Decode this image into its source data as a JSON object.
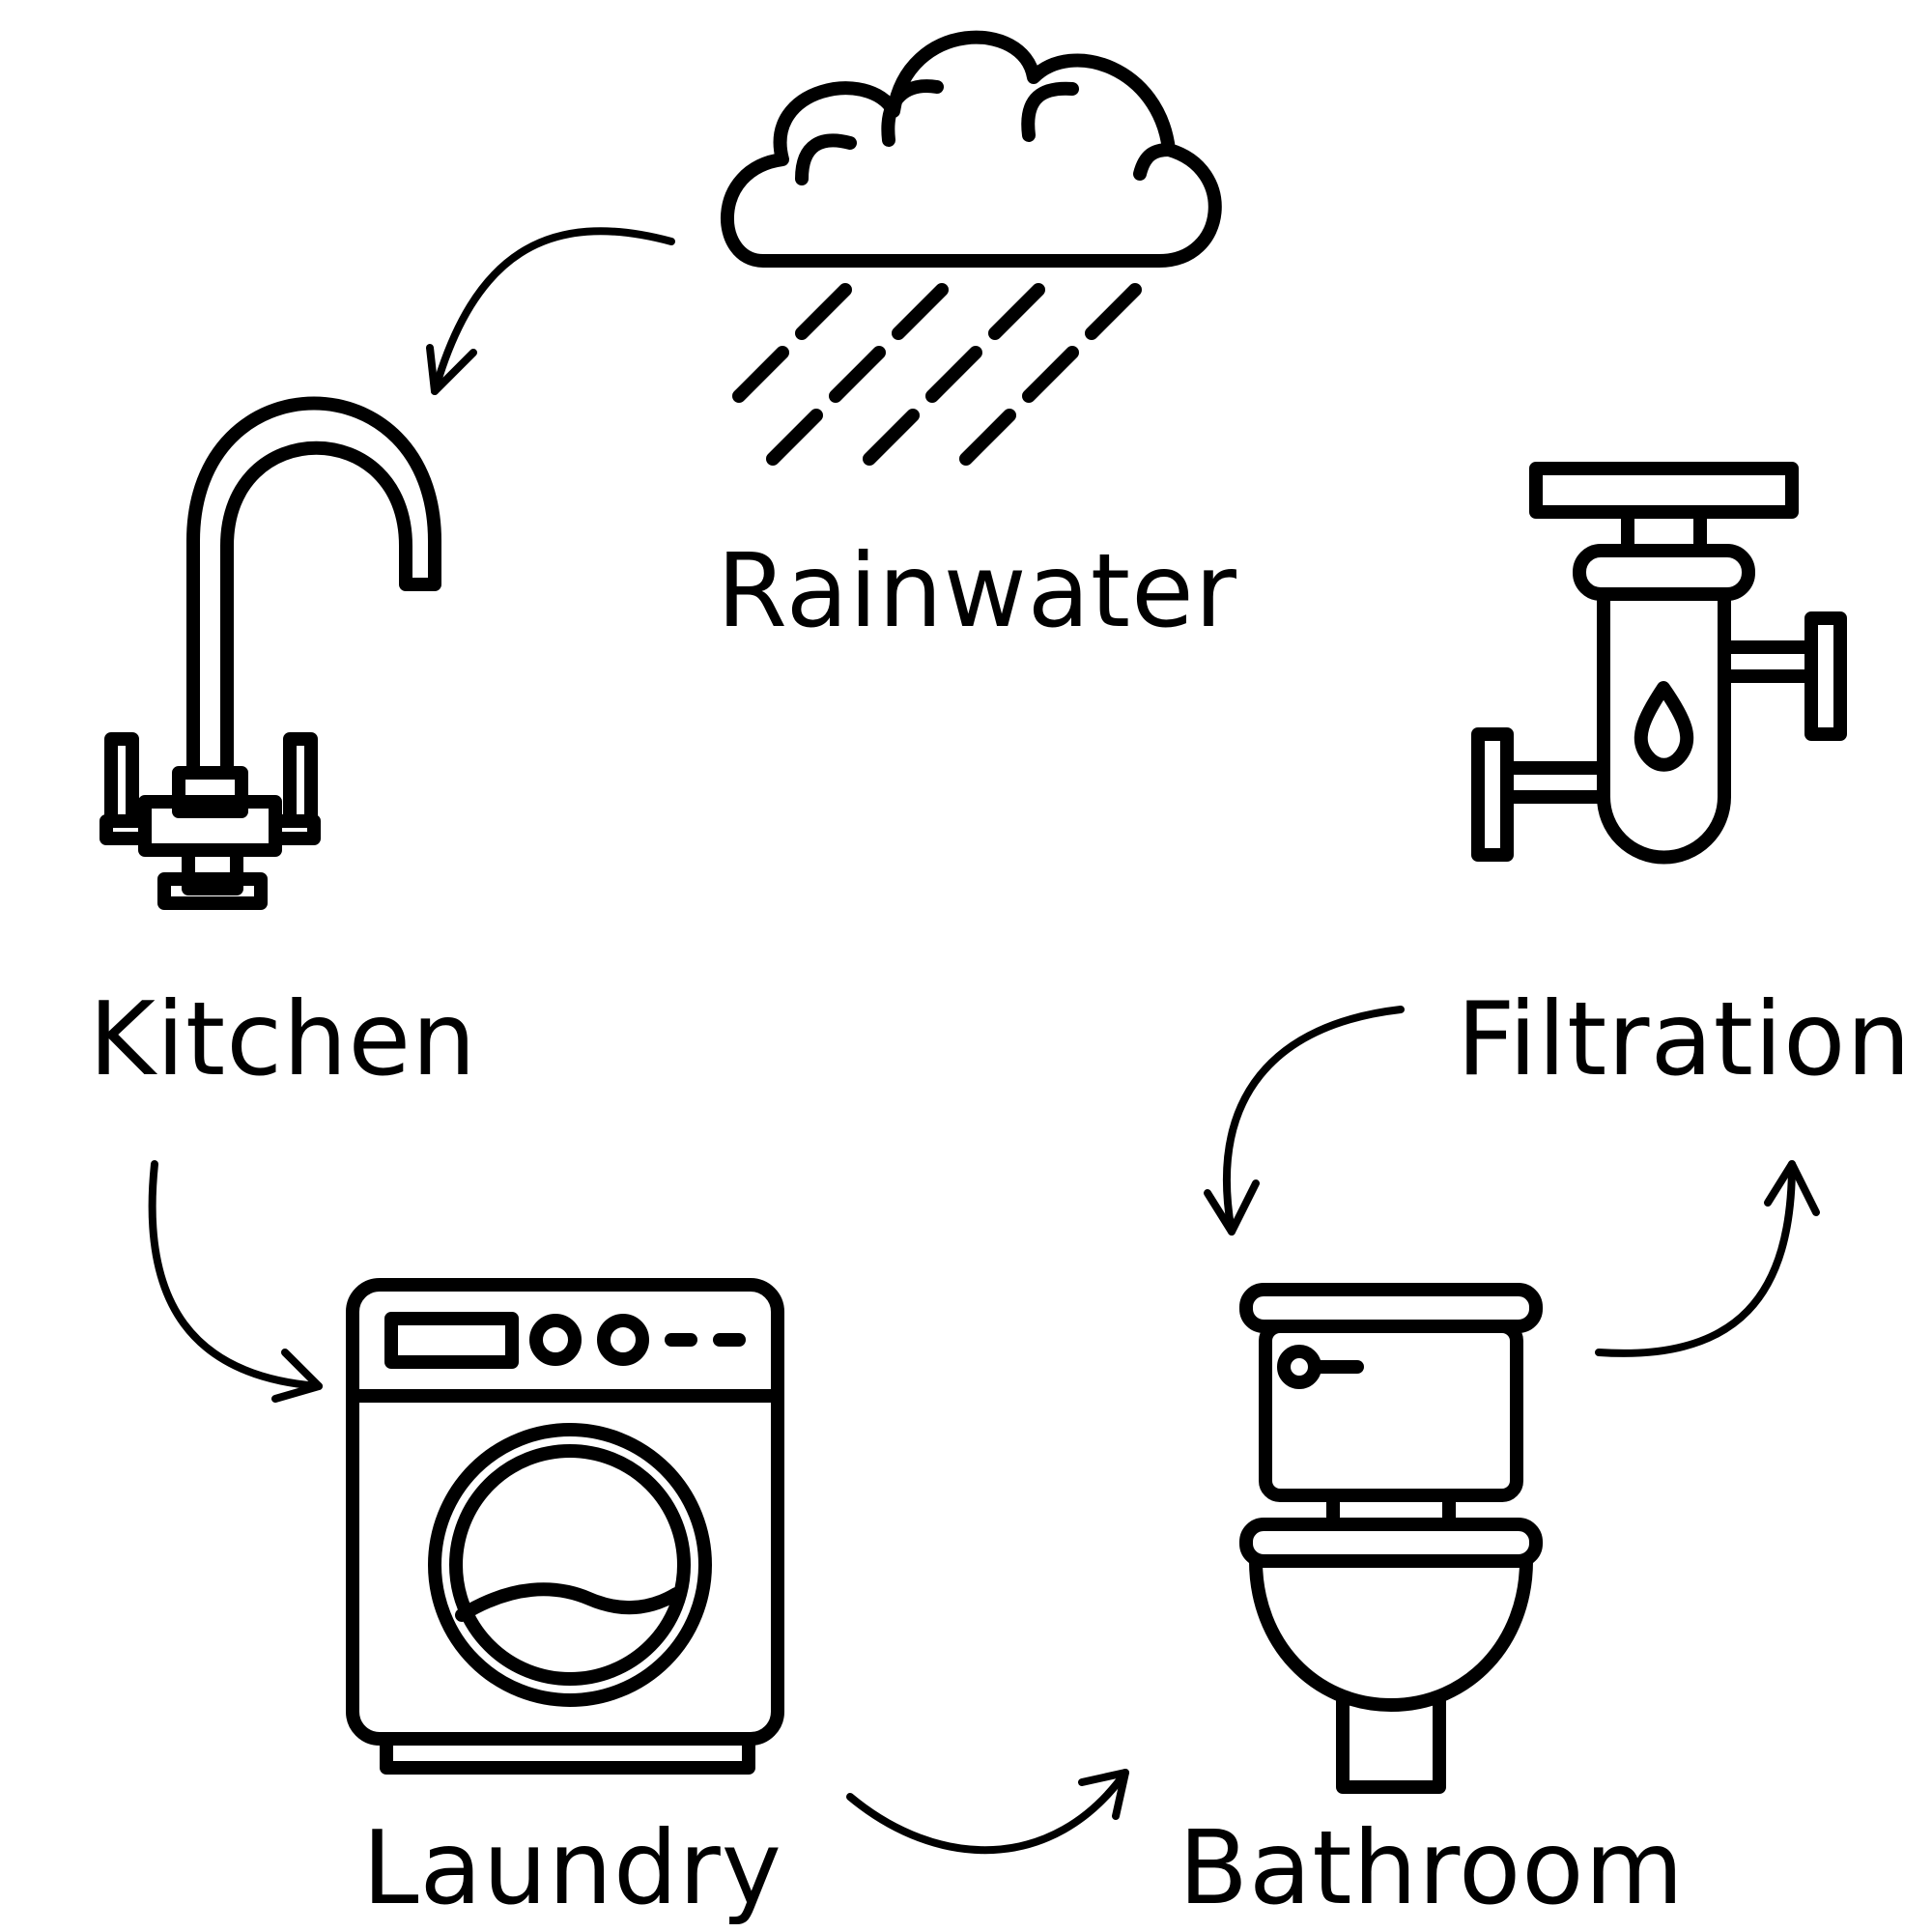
{
  "diagram": {
    "nodes": [
      {
        "id": "rainwater",
        "label": "Rainwater",
        "icon": "rain-cloud-icon"
      },
      {
        "id": "kitchen",
        "label": "Kitchen",
        "icon": "kitchen-faucet-icon"
      },
      {
        "id": "laundry",
        "label": "Laundry",
        "icon": "washing-machine-icon"
      },
      {
        "id": "bathroom",
        "label": "Bathroom",
        "icon": "toilet-icon"
      },
      {
        "id": "filtration",
        "label": "Filtration",
        "icon": "water-filter-icon"
      }
    ],
    "edges": [
      {
        "from": "rainwater",
        "to": "kitchen"
      },
      {
        "from": "kitchen",
        "to": "laundry"
      },
      {
        "from": "laundry",
        "to": "bathroom"
      },
      {
        "from": "bathroom",
        "to": "filtration"
      },
      {
        "from": "filtration",
        "to": "bathroom"
      }
    ],
    "colors": {
      "stroke": "#000000",
      "background": "#ffffff"
    }
  }
}
